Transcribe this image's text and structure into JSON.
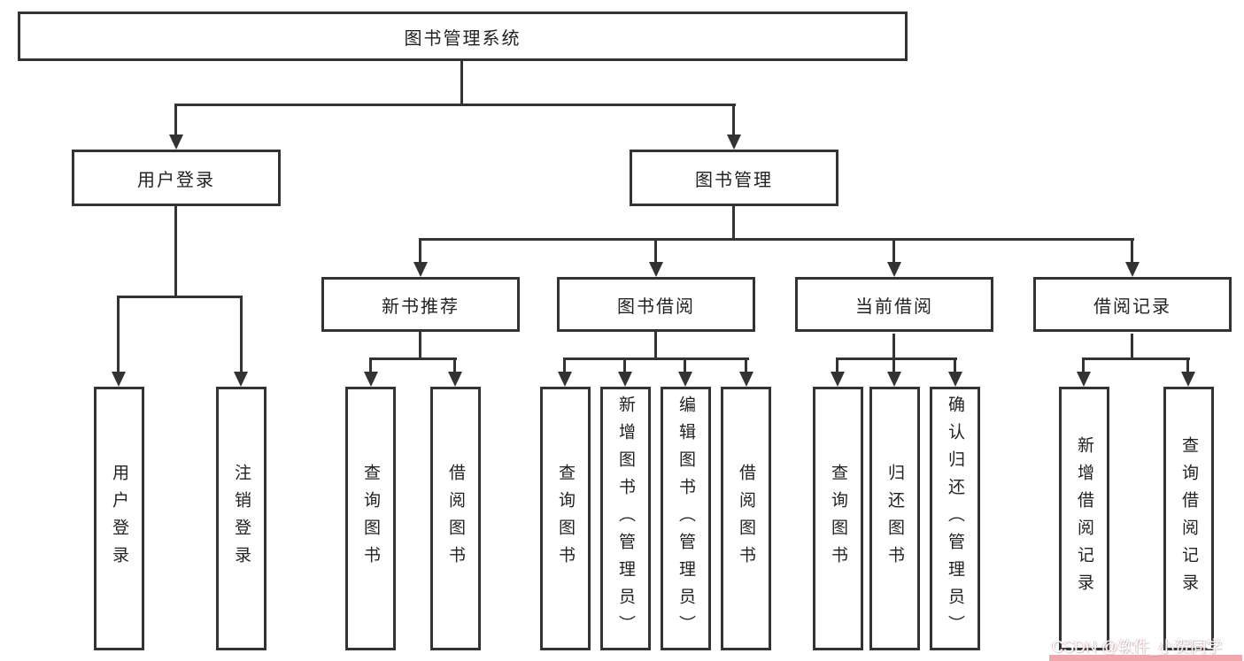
{
  "diagram_title": "图书管理系统",
  "tree": {
    "root": {
      "label": "图书管理系统"
    },
    "children": [
      {
        "label": "用户登录",
        "children": [
          {
            "label": "用户登录"
          },
          {
            "label": "注销登录"
          }
        ]
      },
      {
        "label": "图书管理",
        "children": [
          {
            "label": "新书推荐",
            "children": [
              {
                "label": "查询图书"
              },
              {
                "label": "借阅图书"
              }
            ]
          },
          {
            "label": "图书借阅",
            "children": [
              {
                "label": "查询图书"
              },
              {
                "label": "新增图书（管理员）"
              },
              {
                "label": "编辑图书（管理员）"
              },
              {
                "label": "借阅图书"
              }
            ]
          },
          {
            "label": "当前借阅",
            "children": [
              {
                "label": "查询图书"
              },
              {
                "label": "归还图书"
              },
              {
                "label": "确认归还（管理员）"
              }
            ]
          },
          {
            "label": "借阅记录",
            "children": [
              {
                "label": "新增借阅记录"
              },
              {
                "label": "查询借阅记录"
              }
            ]
          }
        ]
      }
    ]
  },
  "watermark": {
    "text": "CSDN @软件_小贺同学"
  },
  "colors": {
    "line": "#333333",
    "box_background": "#ffffff",
    "text": "#222222",
    "watermark_text": "#ffffff",
    "watermark_strip": "#f2a6ad"
  }
}
